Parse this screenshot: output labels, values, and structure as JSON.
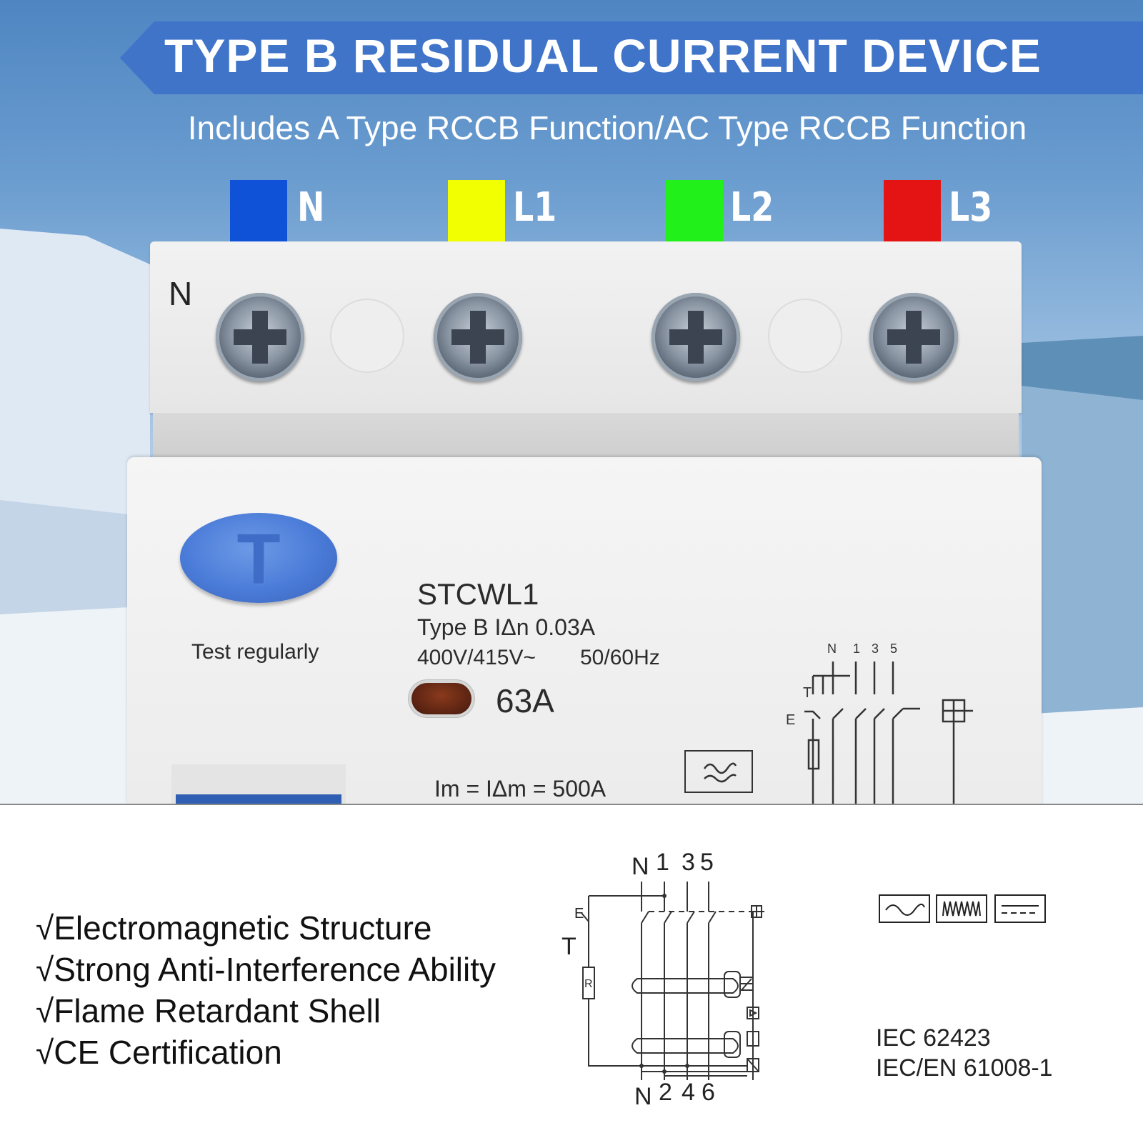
{
  "banner": {
    "title": "TYPE B RESIDUAL CURRENT DEVICE",
    "color": "#3f74c9"
  },
  "subtitle": "Includes A Type RCCB Function/AC Type RCCB Function",
  "poles": [
    {
      "label": "N",
      "color": "#0f52d8"
    },
    {
      "label": "L1",
      "color": "#f2ff00"
    },
    {
      "label": "L2",
      "color": "#22f01a"
    },
    {
      "label": "L3",
      "color": "#e41414"
    }
  ],
  "device": {
    "terminal_mark": "N",
    "test_button_glyph": "T",
    "test_label": "Test regularly",
    "model": "STCWL1",
    "type_line": "Type B   IΔn 0.03A",
    "voltage": "400V/415V~",
    "frequency": "50/60Hz",
    "rating": "63A",
    "im_line": "Im = IΔm = 500A",
    "mini_diagram_labels": {
      "n": "N",
      "p1": "1",
      "p3": "3",
      "p5": "5",
      "t": "T",
      "e": "E"
    }
  },
  "features": [
    "√Electromagnetic Structure",
    "√Strong Anti-Interference Ability",
    "√Flame Retardant Shell",
    "√CE Certification"
  ],
  "diagram": {
    "top_n": "N",
    "top_1": "1",
    "top_3": "3",
    "top_5": "5",
    "bottom_n": "N",
    "bottom_2": "2",
    "bottom_4": "4",
    "bottom_6": "6",
    "test": "T",
    "resistor": "R",
    "e": "E"
  },
  "standards": [
    "IEC 62423",
    "IEC/EN 61008-1"
  ]
}
